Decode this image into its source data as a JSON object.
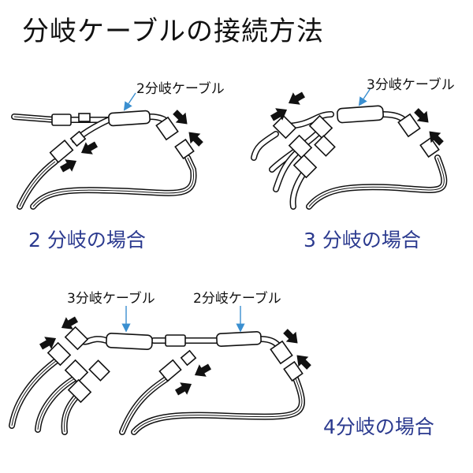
{
  "title": "分岐ケーブルの接続方法",
  "panels": [
    {
      "cable_labels": [
        "2分岐ケーブル"
      ],
      "caption": "2 分岐の場合"
    },
    {
      "cable_labels": [
        "3分岐ケーブル"
      ],
      "caption": "3 分岐の場合"
    },
    {
      "cable_labels": [
        "3分岐ケーブル",
        "2分岐ケーブル"
      ],
      "caption": "4分岐の場合"
    }
  ],
  "colors": {
    "caption": "#2b3a8f",
    "pointer": "#3a8fd0"
  }
}
